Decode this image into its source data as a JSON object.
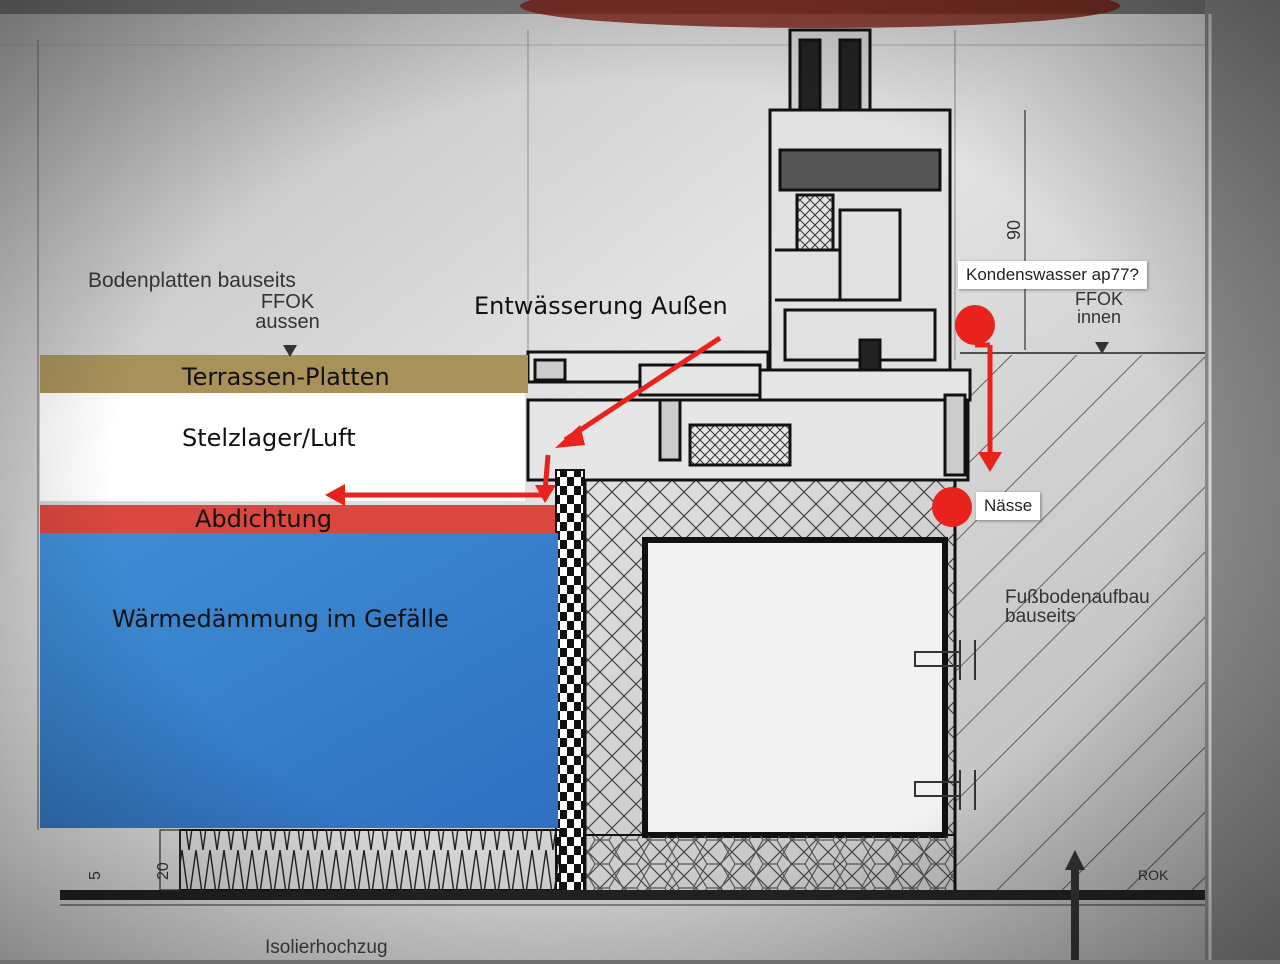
{
  "labels": {
    "bodenplatten": "Bodenplatten bauseits",
    "ffok_aussen": "FFOK aussen",
    "ffok_innen": "FFOK innen",
    "dimension_90": "90",
    "dimension_20": "20",
    "dimension_5": "5",
    "fussbodenaufbau": "Fußbodenaufbau bauseits",
    "isolierhochzug": "Isolierhochzug",
    "rok": "ROK"
  },
  "layers": {
    "terrassen_platten": "Terrassen-Platten",
    "stelzlager": "Stelzlager/Luft",
    "abdichtung": "Abdichtung",
    "waermedaemmung": "Wärmedämmung im Gefälle"
  },
  "annotations": {
    "entwaesserung": "Entwässerung Außen",
    "kondenswasser": "Kondenswasser ap77?",
    "naesse": "Nässe"
  },
  "colors": {
    "terrassen": "#a8925a",
    "abdichtung": "#d9473f",
    "daemmung": "#3f8fd6",
    "arrow": "#e8221d"
  }
}
